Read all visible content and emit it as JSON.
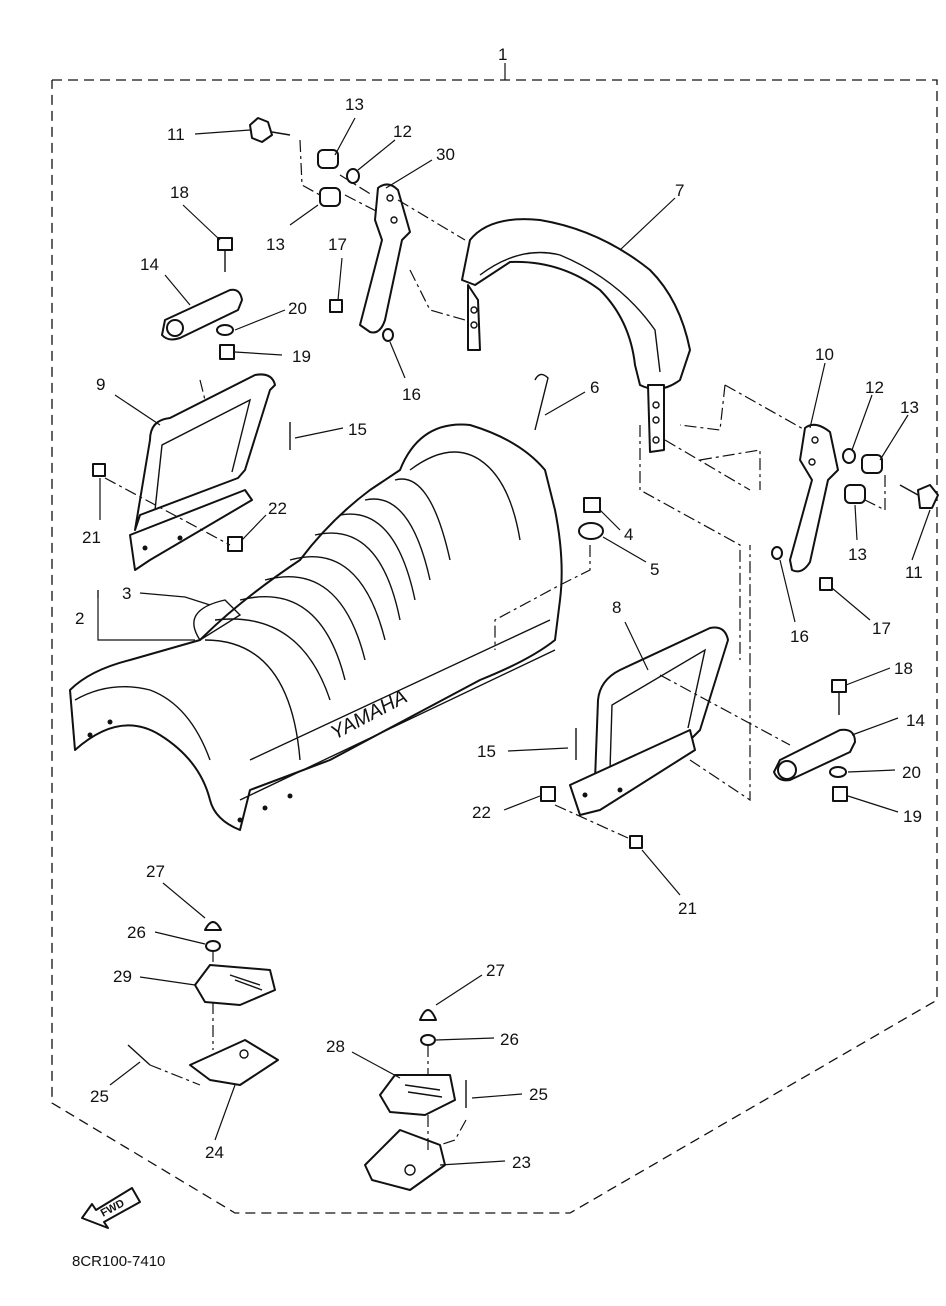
{
  "diagram_code": "8CR100-7410",
  "fwd_arrow_text": "FWD",
  "seat_brand_text": "YAMAHA",
  "callouts": {
    "c1": "1",
    "c2": "2",
    "c3": "3",
    "c4": "4",
    "c5": "5",
    "c6": "6",
    "c7": "7",
    "c8": "8",
    "c9": "9",
    "c10": "10",
    "c11a": "11",
    "c11b": "11",
    "c12a": "12",
    "c12b": "12",
    "c13a": "13",
    "c13b": "13",
    "c13c": "13",
    "c13d": "13",
    "c14a": "14",
    "c14b": "14",
    "c15a": "15",
    "c15b": "15",
    "c16a": "16",
    "c16b": "16",
    "c17a": "17",
    "c17b": "17",
    "c18a": "18",
    "c18b": "18",
    "c19a": "19",
    "c19b": "19",
    "c20a": "20",
    "c20b": "20",
    "c21a": "21",
    "c21b": "21",
    "c22a": "22",
    "c22b": "22",
    "c23": "23",
    "c24": "24",
    "c25a": "25",
    "c25b": "25",
    "c26a": "26",
    "c26b": "26",
    "c27a": "27",
    "c27b": "27",
    "c28": "28",
    "c29": "29",
    "c30": "30"
  }
}
